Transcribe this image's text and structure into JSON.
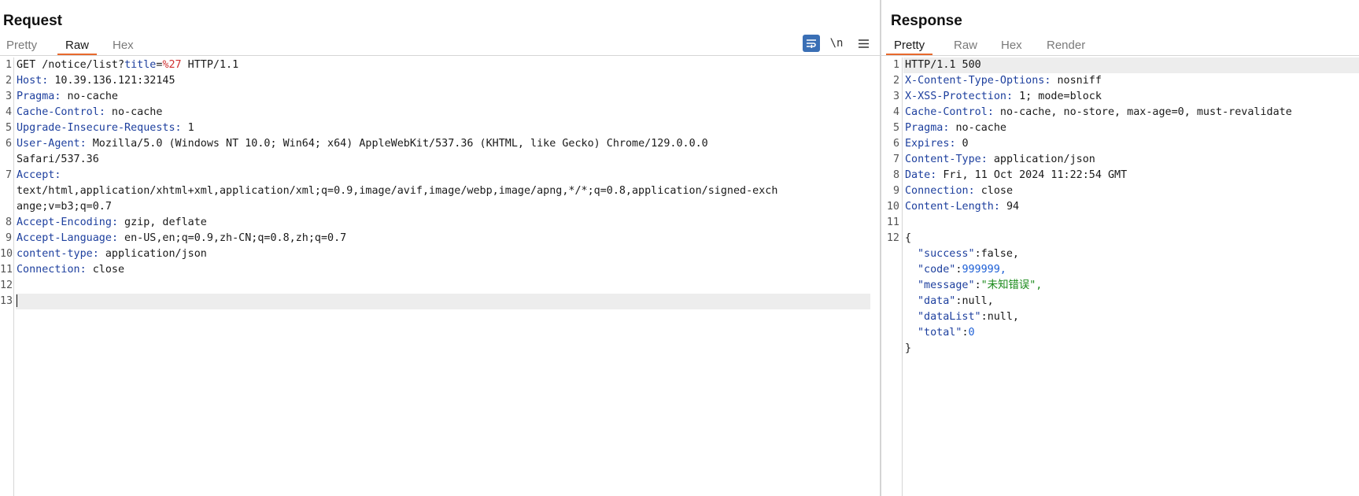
{
  "request": {
    "title": "Request",
    "tabs": {
      "pretty": "Pretty",
      "raw": "Raw",
      "hex": "Hex"
    },
    "active_tab": "Raw",
    "tools": {
      "newline_label": "\\n"
    },
    "lines": {
      "l1": {
        "n": "1",
        "method_path": "GET /notice/list?",
        "param": "title",
        "eq": "=",
        "pval": "%27",
        "version": " HTTP/1.1"
      },
      "l2": {
        "n": "2",
        "k": "Host",
        "v": " 10.39.136.121:32145"
      },
      "l3": {
        "n": "3",
        "k": "Pragma",
        "v": " no-cache"
      },
      "l4": {
        "n": "4",
        "k": "Cache-Control",
        "v": " no-cache"
      },
      "l5": {
        "n": "5",
        "k": "Upgrade-Insecure-Requests",
        "v": " 1"
      },
      "l6": {
        "n": "6",
        "k": "User-Agent",
        "v": " Mozilla/5.0 (Windows NT 10.0; Win64; x64) AppleWebKit/537.36 (KHTML, like Gecko) Chrome/129.0.0.0",
        "v2": "Safari/537.36"
      },
      "l7": {
        "n": "7",
        "k": "Accept",
        "v": "text/html,application/xhtml+xml,application/xml;q=0.9,image/avif,image/webp,image/apng,*/*;q=0.8,application/signed-exch",
        "v2": "ange;v=b3;q=0.7"
      },
      "l8": {
        "n": "8",
        "k": "Accept-Encoding",
        "v": " gzip, deflate"
      },
      "l9": {
        "n": "9",
        "k": "Accept-Language",
        "v": " en-US,en;q=0.9,zh-CN;q=0.8,zh;q=0.7"
      },
      "l10": {
        "n": "10",
        "k": "content-type",
        "v": " application/json"
      },
      "l11": {
        "n": "11",
        "k": "Connection",
        "v": " close"
      },
      "l12": {
        "n": "12"
      },
      "l13": {
        "n": "13"
      }
    }
  },
  "response": {
    "title": "Response",
    "tabs": {
      "pretty": "Pretty",
      "raw": "Raw",
      "hex": "Hex",
      "render": "Render"
    },
    "active_tab": "Pretty",
    "lines": {
      "l1": {
        "n": "1",
        "t": "HTTP/1.1 500"
      },
      "l2": {
        "n": "2",
        "k": "X-Content-Type-Options",
        "v": " nosniff"
      },
      "l3": {
        "n": "3",
        "k": "X-XSS-Protection",
        "v": " 1; mode=block"
      },
      "l4": {
        "n": "4",
        "k": "Cache-Control",
        "v": " no-cache, no-store, max-age=0, must-revalidate"
      },
      "l5": {
        "n": "5",
        "k": "Pragma",
        "v": " no-cache"
      },
      "l6": {
        "n": "6",
        "k": "Expires",
        "v": " 0"
      },
      "l7": {
        "n": "7",
        "k": "Content-Type",
        "v": " application/json"
      },
      "l8": {
        "n": "8",
        "k": "Date",
        "v": " Fri, 11 Oct 2024 11:22:54 GMT"
      },
      "l9": {
        "n": "9",
        "k": "Connection",
        "v": " close"
      },
      "l10": {
        "n": "10",
        "k": "Content-Length",
        "v": " 94"
      },
      "l11": {
        "n": "11"
      },
      "l12": {
        "n": "12",
        "t": "{"
      },
      "json": [
        {
          "key": "\"success\"",
          "val": "false,",
          "kind": "plain"
        },
        {
          "key": "\"code\"",
          "val": "999999,",
          "kind": "num"
        },
        {
          "key": "\"message\"",
          "val": "\"未知错误\",",
          "kind": "str"
        },
        {
          "key": "\"data\"",
          "val": "null,",
          "kind": "plain"
        },
        {
          "key": "\"dataList\"",
          "val": "null,",
          "kind": "plain"
        },
        {
          "key": "\"total\"",
          "val": "0",
          "kind": "num"
        }
      ],
      "close": "}"
    }
  },
  "colors": {
    "accent": "#e8692c",
    "header_key": "#1d3f9e",
    "param_value": "#d03030",
    "json_string": "#1b8a1b",
    "json_number": "#1d5fd6",
    "tool_active": "#3a6fb5"
  }
}
